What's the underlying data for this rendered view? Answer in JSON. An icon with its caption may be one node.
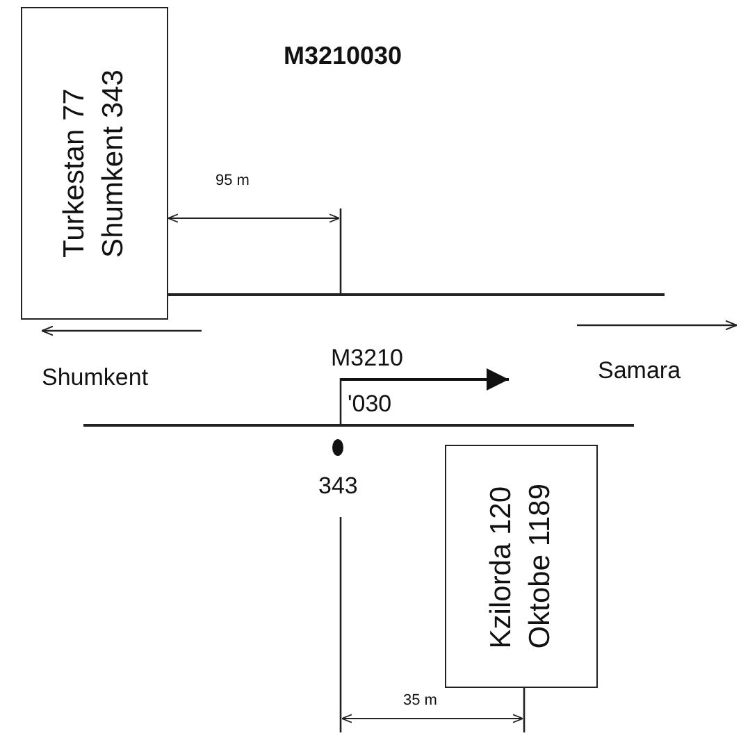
{
  "diagram": {
    "title": "M3210030",
    "nodes": [
      {
        "text": [
          "Turkestan 77",
          "Shumkent 343"
        ]
      },
      {
        "text": [
          "Kzilorda 120",
          "Oktobe 1189"
        ]
      }
    ],
    "labels": [
      "95 m",
      "Shumkent",
      "M3210",
      "Samara",
      "'030",
      "343",
      "35 m"
    ]
  }
}
